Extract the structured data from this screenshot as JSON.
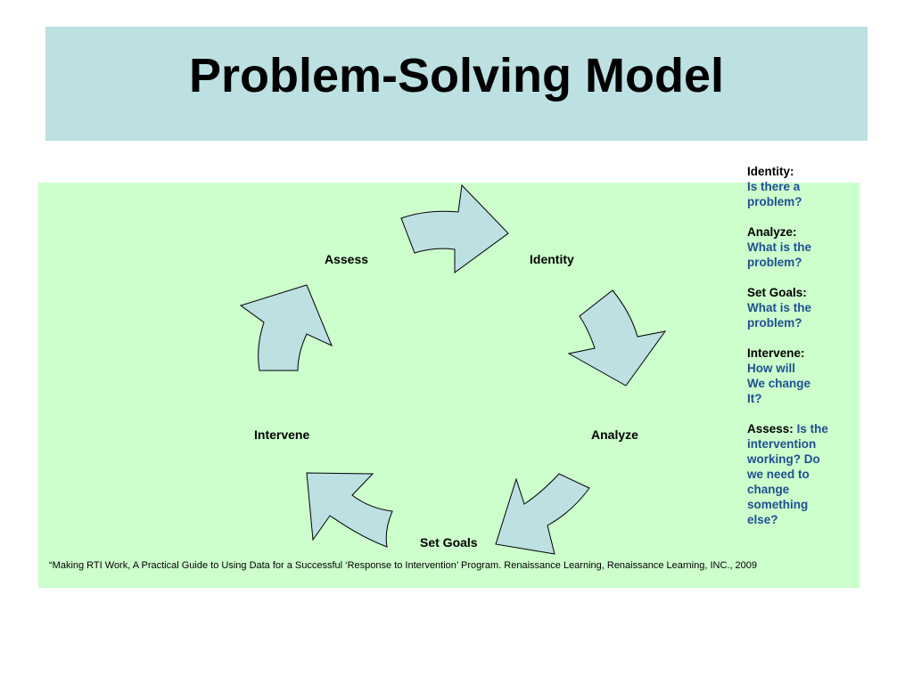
{
  "title": "Problem-Solving Model",
  "cycle": {
    "steps": {
      "identity": "Identity",
      "analyze": "Analyze",
      "set_goals": "Set Goals",
      "intervene": "Intervene",
      "assess": "Assess"
    }
  },
  "sidebar": {
    "identity_term": "Identity:",
    "identity_question": "Is there a problem?",
    "analyze_term": "Analyze:",
    "analyze_question": "What is the problem?",
    "set_goals_term": "Set Goals:",
    "set_goals_question": "What is the problem?",
    "intervene_term": "Intervene:",
    "intervene_question_line1": "How will",
    "intervene_question_line2": "We change",
    "intervene_question_line3": "It?",
    "assess_term": "Assess:",
    "assess_question": "Is the intervention working? Do we need to change something else?"
  },
  "citation": "“Making RTI Work, A Practical Guide to Using Data for a Successful ‘Response to Intervention’ Program.  Renaissance Learning, Renaissance Learning, INC., 2009",
  "colors": {
    "title_band": "#bde0e3",
    "content_band": "#ccffcc",
    "arrow_fill": "#bde0e3",
    "question_text": "#1f4f91"
  }
}
